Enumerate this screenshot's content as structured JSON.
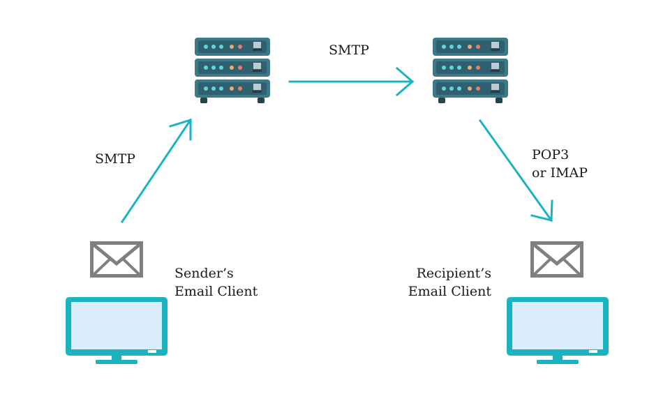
{
  "labels": {
    "smtp_top": "SMTP",
    "smtp_left": "SMTP",
    "pop_line1": "POP3",
    "pop_line2": "or IMAP",
    "sender_line1": "Sender’s",
    "sender_line2": "Email Client",
    "recipient_line1": "Recipient’s",
    "recipient_line2": "Email Client"
  },
  "colors": {
    "accent": "#1ab3bf",
    "server_body": "#3c7887",
    "server_panel": "#2f6070",
    "server_foot": "#23434d",
    "led_teal": "#5fd6dc",
    "led_orange": "#f2a96b",
    "led_red": "#ec7a6e",
    "server_slot": "#b9cdd3",
    "envelope": "#808080",
    "screen": "#d9eefa",
    "monitor_body": "#1ab3bf"
  },
  "icons": [
    "server-icon",
    "envelope-icon",
    "monitor-icon",
    "arrow-icon"
  ]
}
